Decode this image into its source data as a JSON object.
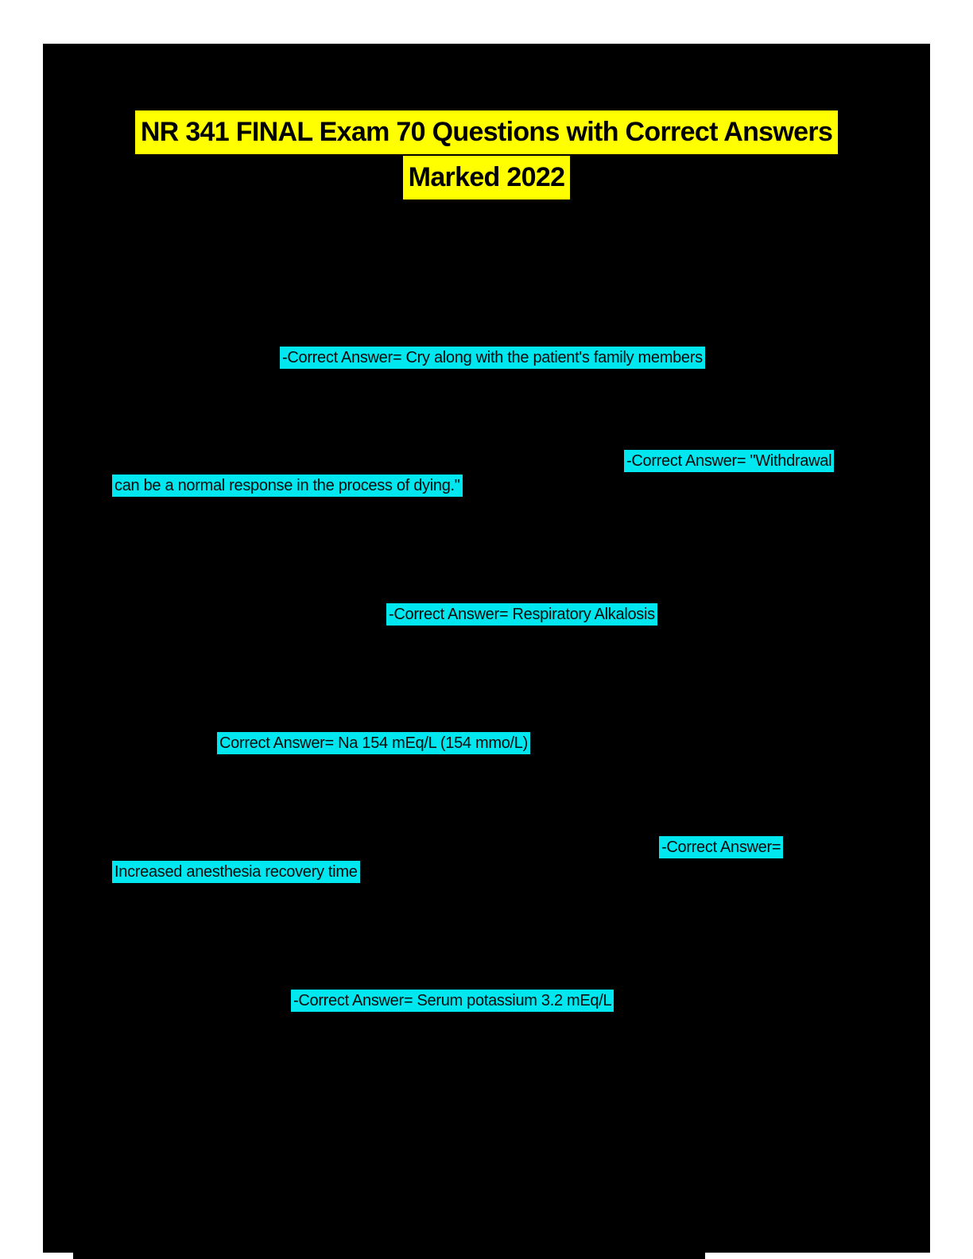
{
  "document": {
    "title_line1": "NR 341 FINAL Exam 70 Questions with Correct Answers",
    "title_line2": "Marked 2022",
    "colors": {
      "title_highlight": "#ffff00",
      "answer_highlight": "#00e7f0",
      "page_background": "#000000",
      "canvas_background": "#ffffff",
      "text": "#000000"
    }
  },
  "answers": [
    {
      "text": "-Correct Answer= Cry along with the patient's family members"
    },
    {
      "text": "-Correct Answer= \"Withdrawal"
    },
    {
      "text": "can be a normal response in the process of dying.\""
    },
    {
      "text": "-Correct Answer= Respiratory Alkalosis"
    },
    {
      "text": "Correct Answer= Na 154 mEq/L (154 mmo/L)"
    },
    {
      "text": "-Correct Answer="
    },
    {
      "text": "Increased anesthesia recovery time"
    },
    {
      "text": "-Correct Answer= Serum potassium 3.2 mEq/L"
    }
  ]
}
